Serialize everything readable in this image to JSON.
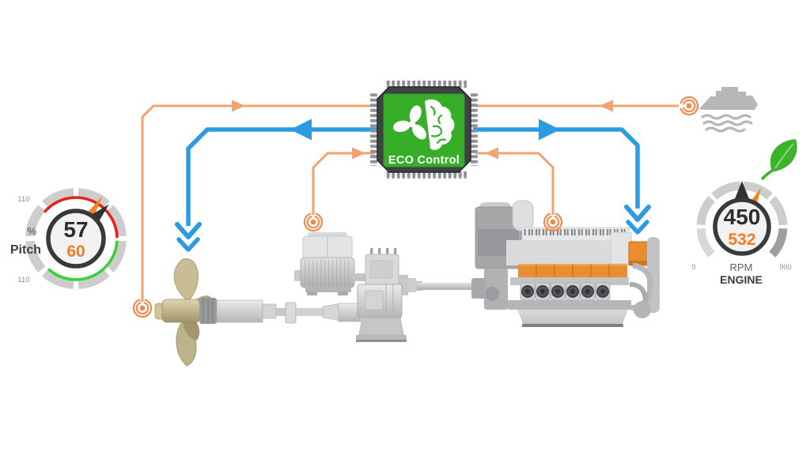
{
  "controller": {
    "label": "ECO Control"
  },
  "gauges": {
    "pitch": {
      "unit": "%",
      "label": "Pitch",
      "value": "57",
      "setpoint": "60",
      "scale_top": "110",
      "scale_bottom": "110"
    },
    "engine": {
      "value": "450",
      "setpoint": "532",
      "unit_label": "RPM",
      "label": "ENGINE",
      "scale_min": "0",
      "scale_max": "900"
    }
  },
  "icons": {
    "controller_chip": "fan-brain-chip-icon",
    "ship": "ship-icon",
    "leaf": "leaf-icon",
    "sensor": "sensor-coil-icon"
  },
  "components": [
    "propeller",
    "propeller-shaft",
    "electric-motor",
    "gearbox",
    "diesel-engine"
  ],
  "colors": {
    "signal_blue": "#2d9be2",
    "sensor_orange": "#f1a26f",
    "coil_orange": "#ef8a50",
    "chip_green": "#36ae28",
    "gauge_red": "#e0251b",
    "gauge_green": "#3ccf3c",
    "needle_orange": "#f5821f",
    "engine_accent_orange": "#ea8c30",
    "metal_gray": "#cdd0d2"
  }
}
